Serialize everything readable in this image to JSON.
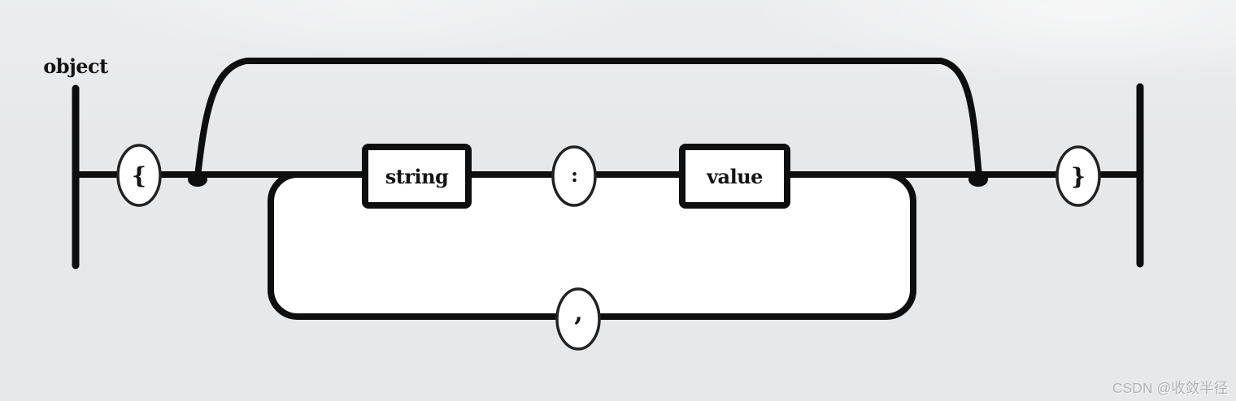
{
  "diagram": {
    "title": "object",
    "nodes": {
      "open_brace": "{",
      "string": "string",
      "colon": ":",
      "value": "value",
      "comma": ",",
      "close_brace": "}"
    },
    "colors": {
      "background": "#e8e9ea",
      "stroke": "#0e0e0e",
      "node_fill": "#ffffff",
      "ellipse_stroke": "#222222",
      "watermark_text": "#b0b3b6"
    }
  },
  "watermark": {
    "text": "CSDN @收敛半径"
  }
}
